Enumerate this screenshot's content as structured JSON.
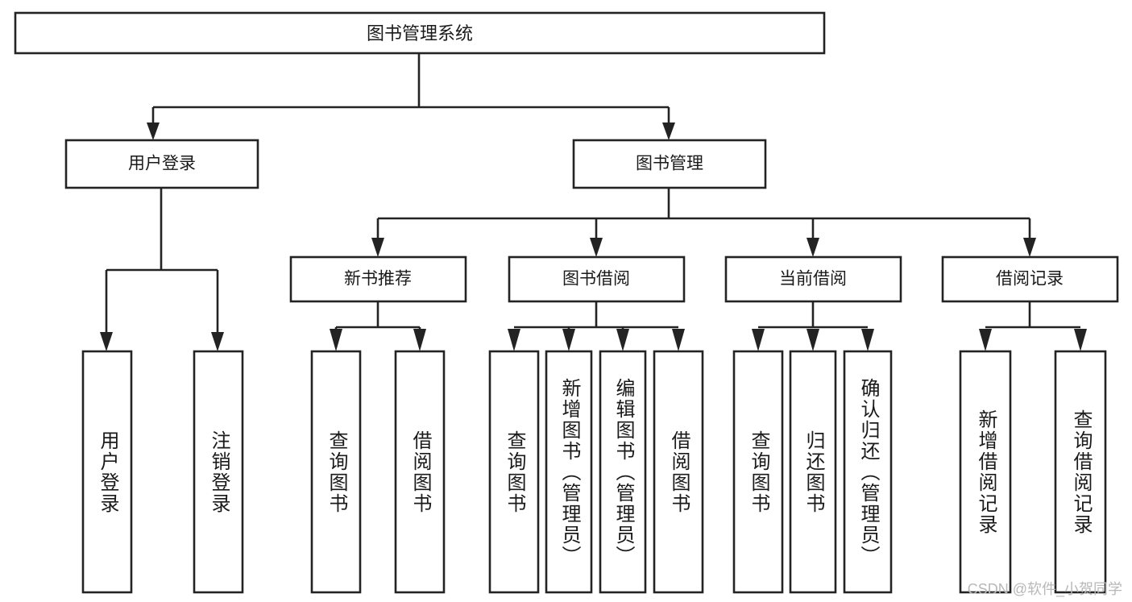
{
  "diagram": {
    "title": "图书管理系统",
    "type": "tree",
    "watermark": "CSDN @软件_小贺同学",
    "levels": {
      "root": {
        "label": "图书管理系统"
      },
      "level2": [
        {
          "label": "用户登录"
        },
        {
          "label": "图书管理"
        }
      ],
      "level3": [
        {
          "label": "新书推荐"
        },
        {
          "label": "图书借阅"
        },
        {
          "label": "当前借阅"
        },
        {
          "label": "借阅记录"
        }
      ]
    },
    "leaves": {
      "user_login": [
        {
          "label": "用户登录"
        },
        {
          "label": "注销登录"
        }
      ],
      "new_book": [
        {
          "label": "查询图书"
        },
        {
          "label": "借阅图书"
        }
      ],
      "book_borrow": [
        {
          "label": "查询图书"
        },
        {
          "label": "新增图书（管理员）"
        },
        {
          "label": "编辑图书（管理员）"
        },
        {
          "label": "借阅图书"
        }
      ],
      "current_borrow": [
        {
          "label": "查询图书"
        },
        {
          "label": "归还图书"
        },
        {
          "label": "确认归还（管理员）"
        }
      ],
      "borrow_record": [
        {
          "label": "新增借阅记录"
        },
        {
          "label": "查询借阅记录"
        }
      ]
    },
    "colors": {
      "stroke": "#232323",
      "fill": "#ffffff",
      "text": "#1a1a1a",
      "watermark": "#b8b8b8"
    }
  }
}
